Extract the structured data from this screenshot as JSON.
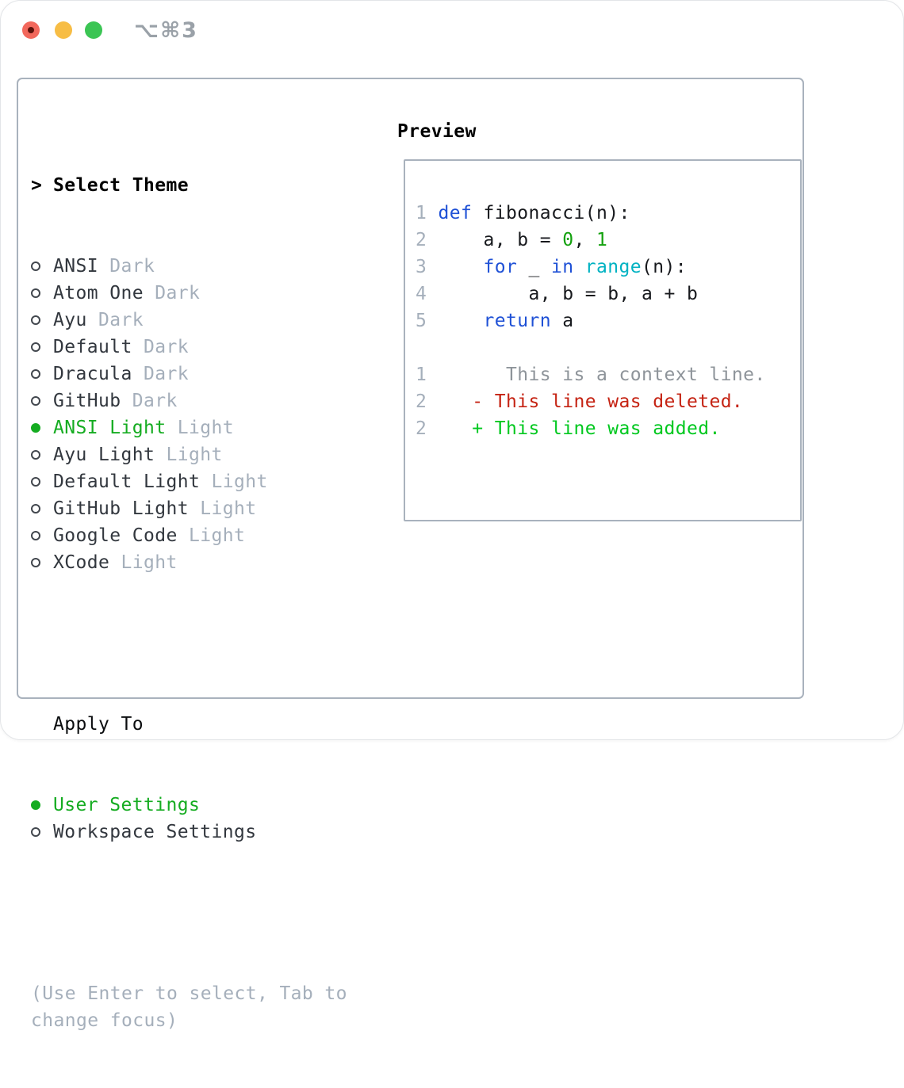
{
  "window": {
    "title": "⌥⌘3"
  },
  "titlebar_buttons": [
    {
      "name": "close-button",
      "color_key": "traffic-red"
    },
    {
      "name": "minimize-button",
      "color_key": "traffic-yellow"
    },
    {
      "name": "zoom-button",
      "color_key": "traffic-green"
    }
  ],
  "theme_selector": {
    "cursor": ">",
    "header": "Select Theme",
    "items": [
      {
        "name": "ANSI",
        "variant": "Dark",
        "selected": false
      },
      {
        "name": "Atom One",
        "variant": "Dark",
        "selected": false
      },
      {
        "name": "Ayu",
        "variant": "Dark",
        "selected": false
      },
      {
        "name": "Default",
        "variant": "Dark",
        "selected": false
      },
      {
        "name": "Dracula",
        "variant": "Dark",
        "selected": false
      },
      {
        "name": "GitHub",
        "variant": "Dark",
        "selected": false
      },
      {
        "name": "ANSI Light",
        "variant": "Light",
        "selected": true
      },
      {
        "name": "Ayu Light",
        "variant": "Light",
        "selected": false
      },
      {
        "name": "Default Light",
        "variant": "Light",
        "selected": false
      },
      {
        "name": "GitHub Light",
        "variant": "Light",
        "selected": false
      },
      {
        "name": "Google Code",
        "variant": "Light",
        "selected": false
      },
      {
        "name": "XCode",
        "variant": "Light",
        "selected": false
      }
    ]
  },
  "apply_to": {
    "header": "Apply To",
    "options": [
      {
        "name": "User Settings",
        "selected": true
      },
      {
        "name": "Workspace Settings",
        "selected": false
      }
    ]
  },
  "hint_lines": [
    "(Use Enter to select, Tab to",
    "change focus)"
  ],
  "preview": {
    "header": "Preview",
    "lines": [
      {
        "num": "1 ",
        "segs": [
          {
            "t": "def",
            "s": "kw"
          },
          {
            "t": " fibonacci(n):",
            "s": "pl"
          }
        ]
      },
      {
        "num": "2 ",
        "segs": [
          {
            "t": "    a, b = ",
            "s": "pl"
          },
          {
            "t": "0",
            "s": "lit"
          },
          {
            "t": ", ",
            "s": "pl"
          },
          {
            "t": "1",
            "s": "lit"
          }
        ]
      },
      {
        "num": "3 ",
        "segs": [
          {
            "t": "    ",
            "s": "pl"
          },
          {
            "t": "for",
            "s": "kw"
          },
          {
            "t": " _ ",
            "s": "pl"
          },
          {
            "t": "in",
            "s": "kw"
          },
          {
            "t": " ",
            "s": "pl"
          },
          {
            "t": "range",
            "s": "fn"
          },
          {
            "t": "(n):",
            "s": "pl"
          }
        ]
      },
      {
        "num": "4 ",
        "segs": [
          {
            "t": "        a, b = b, a + b",
            "s": "pl"
          }
        ]
      },
      {
        "num": "5 ",
        "segs": [
          {
            "t": "    ",
            "s": "pl"
          },
          {
            "t": "return",
            "s": "kw"
          },
          {
            "t": " a",
            "s": "pl"
          }
        ]
      },
      {
        "num": "",
        "segs": []
      },
      {
        "num": "1 ",
        "segs": [
          {
            "t": "      This is a context line.",
            "s": "ctx"
          }
        ]
      },
      {
        "num": "2 ",
        "segs": [
          {
            "t": "   ",
            "s": "pl"
          },
          {
            "t": "- This line was deleted.",
            "s": "del"
          }
        ]
      },
      {
        "num": "2 ",
        "segs": [
          {
            "t": "   ",
            "s": "pl"
          },
          {
            "t": "+ This line was added.",
            "s": "add"
          }
        ]
      }
    ]
  },
  "colors": {
    "accent-green": "#15ac21",
    "keyword-blue": "#1f51d6",
    "function-cyan": "#00b2c2",
    "literal-green": "#13a10e",
    "added-green": "#00c81f",
    "deleted-red": "#c52313",
    "context-gray": "#8e949a",
    "muted-gray": "#a5afbb",
    "text-dark": "#32373e",
    "code-dark": "#17191d",
    "border-gray": "#a9b2bd",
    "traffic-red": "#f2685c",
    "traffic-red-dot": "#5c120b",
    "traffic-yellow": "#f7bd45",
    "traffic-green": "#3bc554",
    "titlebar-gray": "#9aa1a8"
  }
}
